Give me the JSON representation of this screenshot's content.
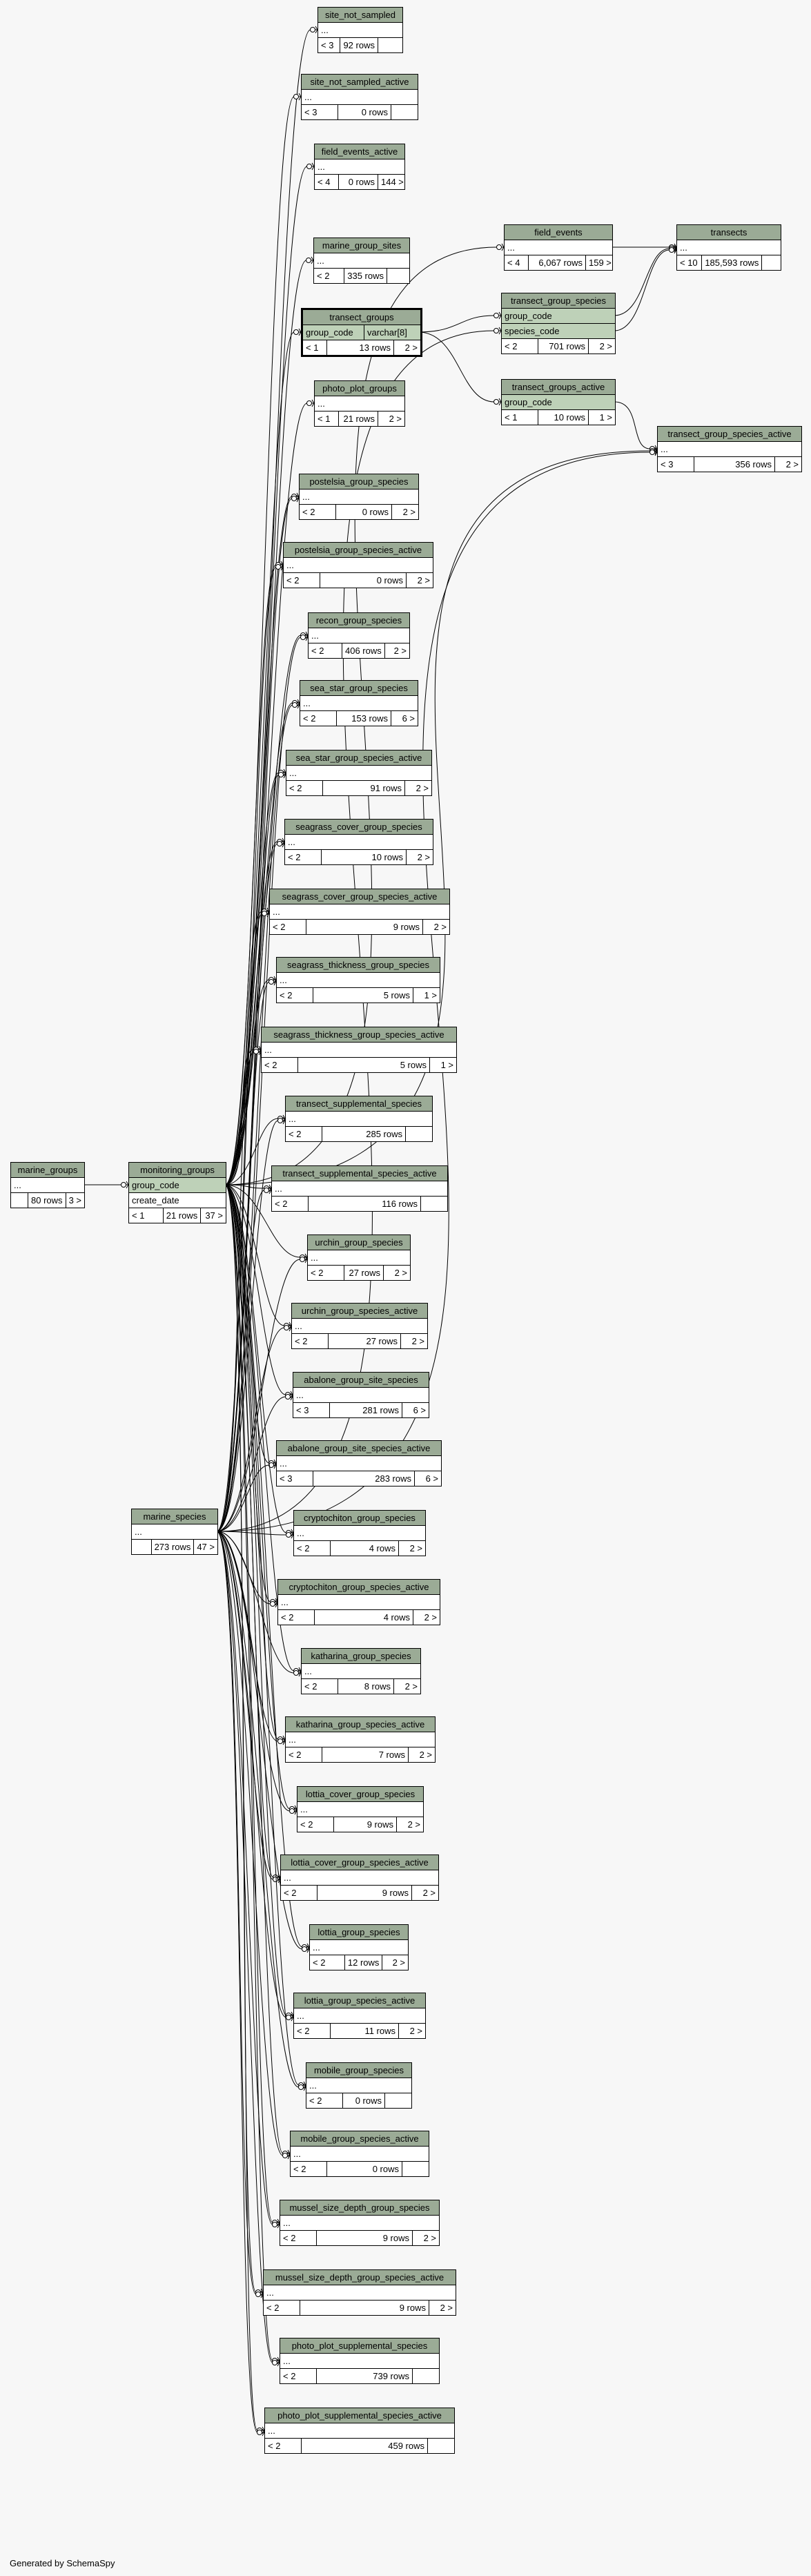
{
  "footer": {
    "credit": "Generated by SchemaSpy"
  },
  "colors": {
    "header": "#9bab96",
    "key_row": "#bed1b8",
    "background": "#f7f7f7"
  },
  "tables": [
    {
      "id": "site_not_sampled",
      "name": "site_not_sampled",
      "columns": [
        "..."
      ],
      "parents": "< 3",
      "rows": "92 rows",
      "children": ""
    },
    {
      "id": "site_not_sampled_active",
      "name": "site_not_sampled_active",
      "columns": [
        "..."
      ],
      "parents": "< 3",
      "rows": "0 rows",
      "children": ""
    },
    {
      "id": "field_events_active",
      "name": "field_events_active",
      "columns": [
        "..."
      ],
      "parents": "< 4",
      "rows": "0 rows",
      "children": "144 >"
    },
    {
      "id": "marine_group_sites",
      "name": "marine_group_sites",
      "columns": [
        "..."
      ],
      "parents": "< 2",
      "rows": "335 rows",
      "children": ""
    },
    {
      "id": "transect_groups",
      "name": "transect_groups",
      "focus": true,
      "columns": [
        {
          "name": "group_code",
          "type": "varchar[8]",
          "key": true
        }
      ],
      "parents": "< 1",
      "rows": "13 rows",
      "children": "2 >"
    },
    {
      "id": "photo_plot_groups",
      "name": "photo_plot_groups",
      "columns": [
        "..."
      ],
      "parents": "< 1",
      "rows": "21 rows",
      "children": "2 >"
    },
    {
      "id": "postelsia_group_species",
      "name": "postelsia_group_species",
      "columns": [
        "..."
      ],
      "parents": "< 2",
      "rows": "0 rows",
      "children": "2 >"
    },
    {
      "id": "postelsia_group_species_active",
      "name": "postelsia_group_species_active",
      "columns": [
        "..."
      ],
      "parents": "< 2",
      "rows": "0 rows",
      "children": "2 >"
    },
    {
      "id": "recon_group_species",
      "name": "recon_group_species",
      "columns": [
        "..."
      ],
      "parents": "< 2",
      "rows": "406 rows",
      "children": "2 >"
    },
    {
      "id": "sea_star_group_species",
      "name": "sea_star_group_species",
      "columns": [
        "..."
      ],
      "parents": "< 2",
      "rows": "153 rows",
      "children": "6 >"
    },
    {
      "id": "sea_star_group_species_active",
      "name": "sea_star_group_species_active",
      "columns": [
        "..."
      ],
      "parents": "< 2",
      "rows": "91 rows",
      "children": "2 >"
    },
    {
      "id": "seagrass_cover_group_species",
      "name": "seagrass_cover_group_species",
      "columns": [
        "..."
      ],
      "parents": "< 2",
      "rows": "10 rows",
      "children": "2 >"
    },
    {
      "id": "seagrass_cover_group_species_active",
      "name": "seagrass_cover_group_species_active",
      "columns": [
        "..."
      ],
      "parents": "< 2",
      "rows": "9 rows",
      "children": "2 >"
    },
    {
      "id": "seagrass_thickness_group_species",
      "name": "seagrass_thickness_group_species",
      "columns": [
        "..."
      ],
      "parents": "< 2",
      "rows": "5 rows",
      "children": "1 >"
    },
    {
      "id": "seagrass_thickness_group_species_active",
      "name": "seagrass_thickness_group_species_active",
      "columns": [
        "..."
      ],
      "parents": "< 2",
      "rows": "5 rows",
      "children": "1 >"
    },
    {
      "id": "transect_supplemental_species",
      "name": "transect_supplemental_species",
      "columns": [
        "..."
      ],
      "parents": "< 2",
      "rows": "285 rows",
      "children": ""
    },
    {
      "id": "transect_supplemental_species_active",
      "name": "transect_supplemental_species_active",
      "columns": [
        "..."
      ],
      "parents": "< 2",
      "rows": "116 rows",
      "children": ""
    },
    {
      "id": "urchin_group_species",
      "name": "urchin_group_species",
      "columns": [
        "..."
      ],
      "parents": "< 2",
      "rows": "27 rows",
      "children": "2 >"
    },
    {
      "id": "urchin_group_species_active",
      "name": "urchin_group_species_active",
      "columns": [
        "..."
      ],
      "parents": "< 2",
      "rows": "27 rows",
      "children": "2 >"
    },
    {
      "id": "abalone_group_site_species",
      "name": "abalone_group_site_species",
      "columns": [
        "..."
      ],
      "parents": "< 3",
      "rows": "281 rows",
      "children": "6 >"
    },
    {
      "id": "abalone_group_site_species_active",
      "name": "abalone_group_site_species_active",
      "columns": [
        "..."
      ],
      "parents": "< 3",
      "rows": "283 rows",
      "children": "6 >"
    },
    {
      "id": "cryptochiton_group_species",
      "name": "cryptochiton_group_species",
      "columns": [
        "..."
      ],
      "parents": "< 2",
      "rows": "4 rows",
      "children": "2 >"
    },
    {
      "id": "cryptochiton_group_species_active",
      "name": "cryptochiton_group_species_active",
      "columns": [
        "..."
      ],
      "parents": "< 2",
      "rows": "4 rows",
      "children": "2 >"
    },
    {
      "id": "katharina_group_species",
      "name": "katharina_group_species",
      "columns": [
        "..."
      ],
      "parents": "< 2",
      "rows": "8 rows",
      "children": "2 >"
    },
    {
      "id": "katharina_group_species_active",
      "name": "katharina_group_species_active",
      "columns": [
        "..."
      ],
      "parents": "< 2",
      "rows": "7 rows",
      "children": "2 >"
    },
    {
      "id": "lottia_cover_group_species",
      "name": "lottia_cover_group_species",
      "columns": [
        "..."
      ],
      "parents": "< 2",
      "rows": "9 rows",
      "children": "2 >"
    },
    {
      "id": "lottia_cover_group_species_active",
      "name": "lottia_cover_group_species_active",
      "columns": [
        "..."
      ],
      "parents": "< 2",
      "rows": "9 rows",
      "children": "2 >"
    },
    {
      "id": "lottia_group_species",
      "name": "lottia_group_species",
      "columns": [
        "..."
      ],
      "parents": "< 2",
      "rows": "12 rows",
      "children": "2 >"
    },
    {
      "id": "lottia_group_species_active",
      "name": "lottia_group_species_active",
      "columns": [
        "..."
      ],
      "parents": "< 2",
      "rows": "11 rows",
      "children": "2 >"
    },
    {
      "id": "mobile_group_species",
      "name": "mobile_group_species",
      "columns": [
        "..."
      ],
      "parents": "< 2",
      "rows": "0 rows",
      "children": ""
    },
    {
      "id": "mobile_group_species_active",
      "name": "mobile_group_species_active",
      "columns": [
        "..."
      ],
      "parents": "< 2",
      "rows": "0 rows",
      "children": ""
    },
    {
      "id": "mussel_size_depth_group_species",
      "name": "mussel_size_depth_group_species",
      "columns": [
        "..."
      ],
      "parents": "< 2",
      "rows": "9 rows",
      "children": "2 >"
    },
    {
      "id": "mussel_size_depth_group_species_active",
      "name": "mussel_size_depth_group_species_active",
      "columns": [
        "..."
      ],
      "parents": "< 2",
      "rows": "9 rows",
      "children": "2 >"
    },
    {
      "id": "photo_plot_supplemental_species",
      "name": "photo_plot_supplemental_species",
      "columns": [
        "..."
      ],
      "parents": "< 2",
      "rows": "739 rows",
      "children": ""
    },
    {
      "id": "photo_plot_supplemental_species_active",
      "name": "photo_plot_supplemental_species_active",
      "columns": [
        "..."
      ],
      "parents": "< 2",
      "rows": "459 rows",
      "children": ""
    },
    {
      "id": "marine_groups",
      "name": "marine_groups",
      "columns": [
        "..."
      ],
      "parents": "",
      "rows": "80 rows",
      "children": "3 >"
    },
    {
      "id": "monitoring_groups",
      "name": "monitoring_groups",
      "columns": [
        {
          "name": "group_code",
          "key": true
        },
        {
          "name": "create_date"
        }
      ],
      "parents": "< 1",
      "rows": "21 rows",
      "children": "37 >"
    },
    {
      "id": "marine_species",
      "name": "marine_species",
      "columns": [
        "..."
      ],
      "parents": "",
      "rows": "273 rows",
      "children": "47 >"
    },
    {
      "id": "field_events",
      "name": "field_events",
      "columns": [
        "..."
      ],
      "parents": "< 4",
      "rows": "6,067 rows",
      "children": "159 >"
    },
    {
      "id": "transect_group_species",
      "name": "transect_group_species",
      "columns": [
        {
          "name": "group_code",
          "key": true
        },
        {
          "name": "species_code",
          "key": true
        }
      ],
      "parents": "< 2",
      "rows": "701 rows",
      "children": "2 >"
    },
    {
      "id": "transect_groups_active",
      "name": "transect_groups_active",
      "columns": [
        {
          "name": "group_code",
          "key": true
        }
      ],
      "parents": "< 1",
      "rows": "10 rows",
      "children": "1 >"
    },
    {
      "id": "transects",
      "name": "transects",
      "columns": [
        "..."
      ],
      "parents": "< 10",
      "rows": "185,593 rows",
      "children": ""
    },
    {
      "id": "transect_group_species_active",
      "name": "transect_group_species_active",
      "columns": [
        "..."
      ],
      "parents": "< 3",
      "rows": "356 rows",
      "children": "2 >"
    }
  ]
}
